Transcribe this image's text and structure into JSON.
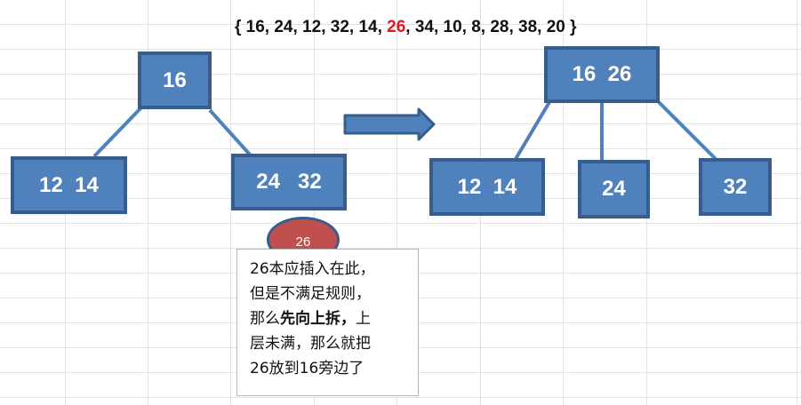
{
  "sequence": {
    "prefix": "{ 16, 24, 12, 32, 14, ",
    "highlight": "26",
    "suffix": ", 34, 10, 8, 28, 38, 20 }",
    "highlight_color": "#e8141e"
  },
  "before_tree": {
    "root": "16",
    "children": [
      "12  14",
      "24   32"
    ]
  },
  "inserting": {
    "value": "26"
  },
  "after_tree": {
    "root": "16  26",
    "children": [
      "12  14",
      "24",
      "32"
    ]
  },
  "note": {
    "line1": "26本应插入在此，",
    "line2": "但是不满足规则，",
    "line3_pre": "那么",
    "line3_bold": "先向上拆，",
    "line3_post": "上",
    "line4": "层未满，那么就把",
    "line5": "26放到16旁边了"
  },
  "colors": {
    "node_fill": "#4f81bd",
    "node_border": "#385d8a",
    "ellipse_fill": "#c0504d",
    "gridline": "#e0e0e0"
  }
}
